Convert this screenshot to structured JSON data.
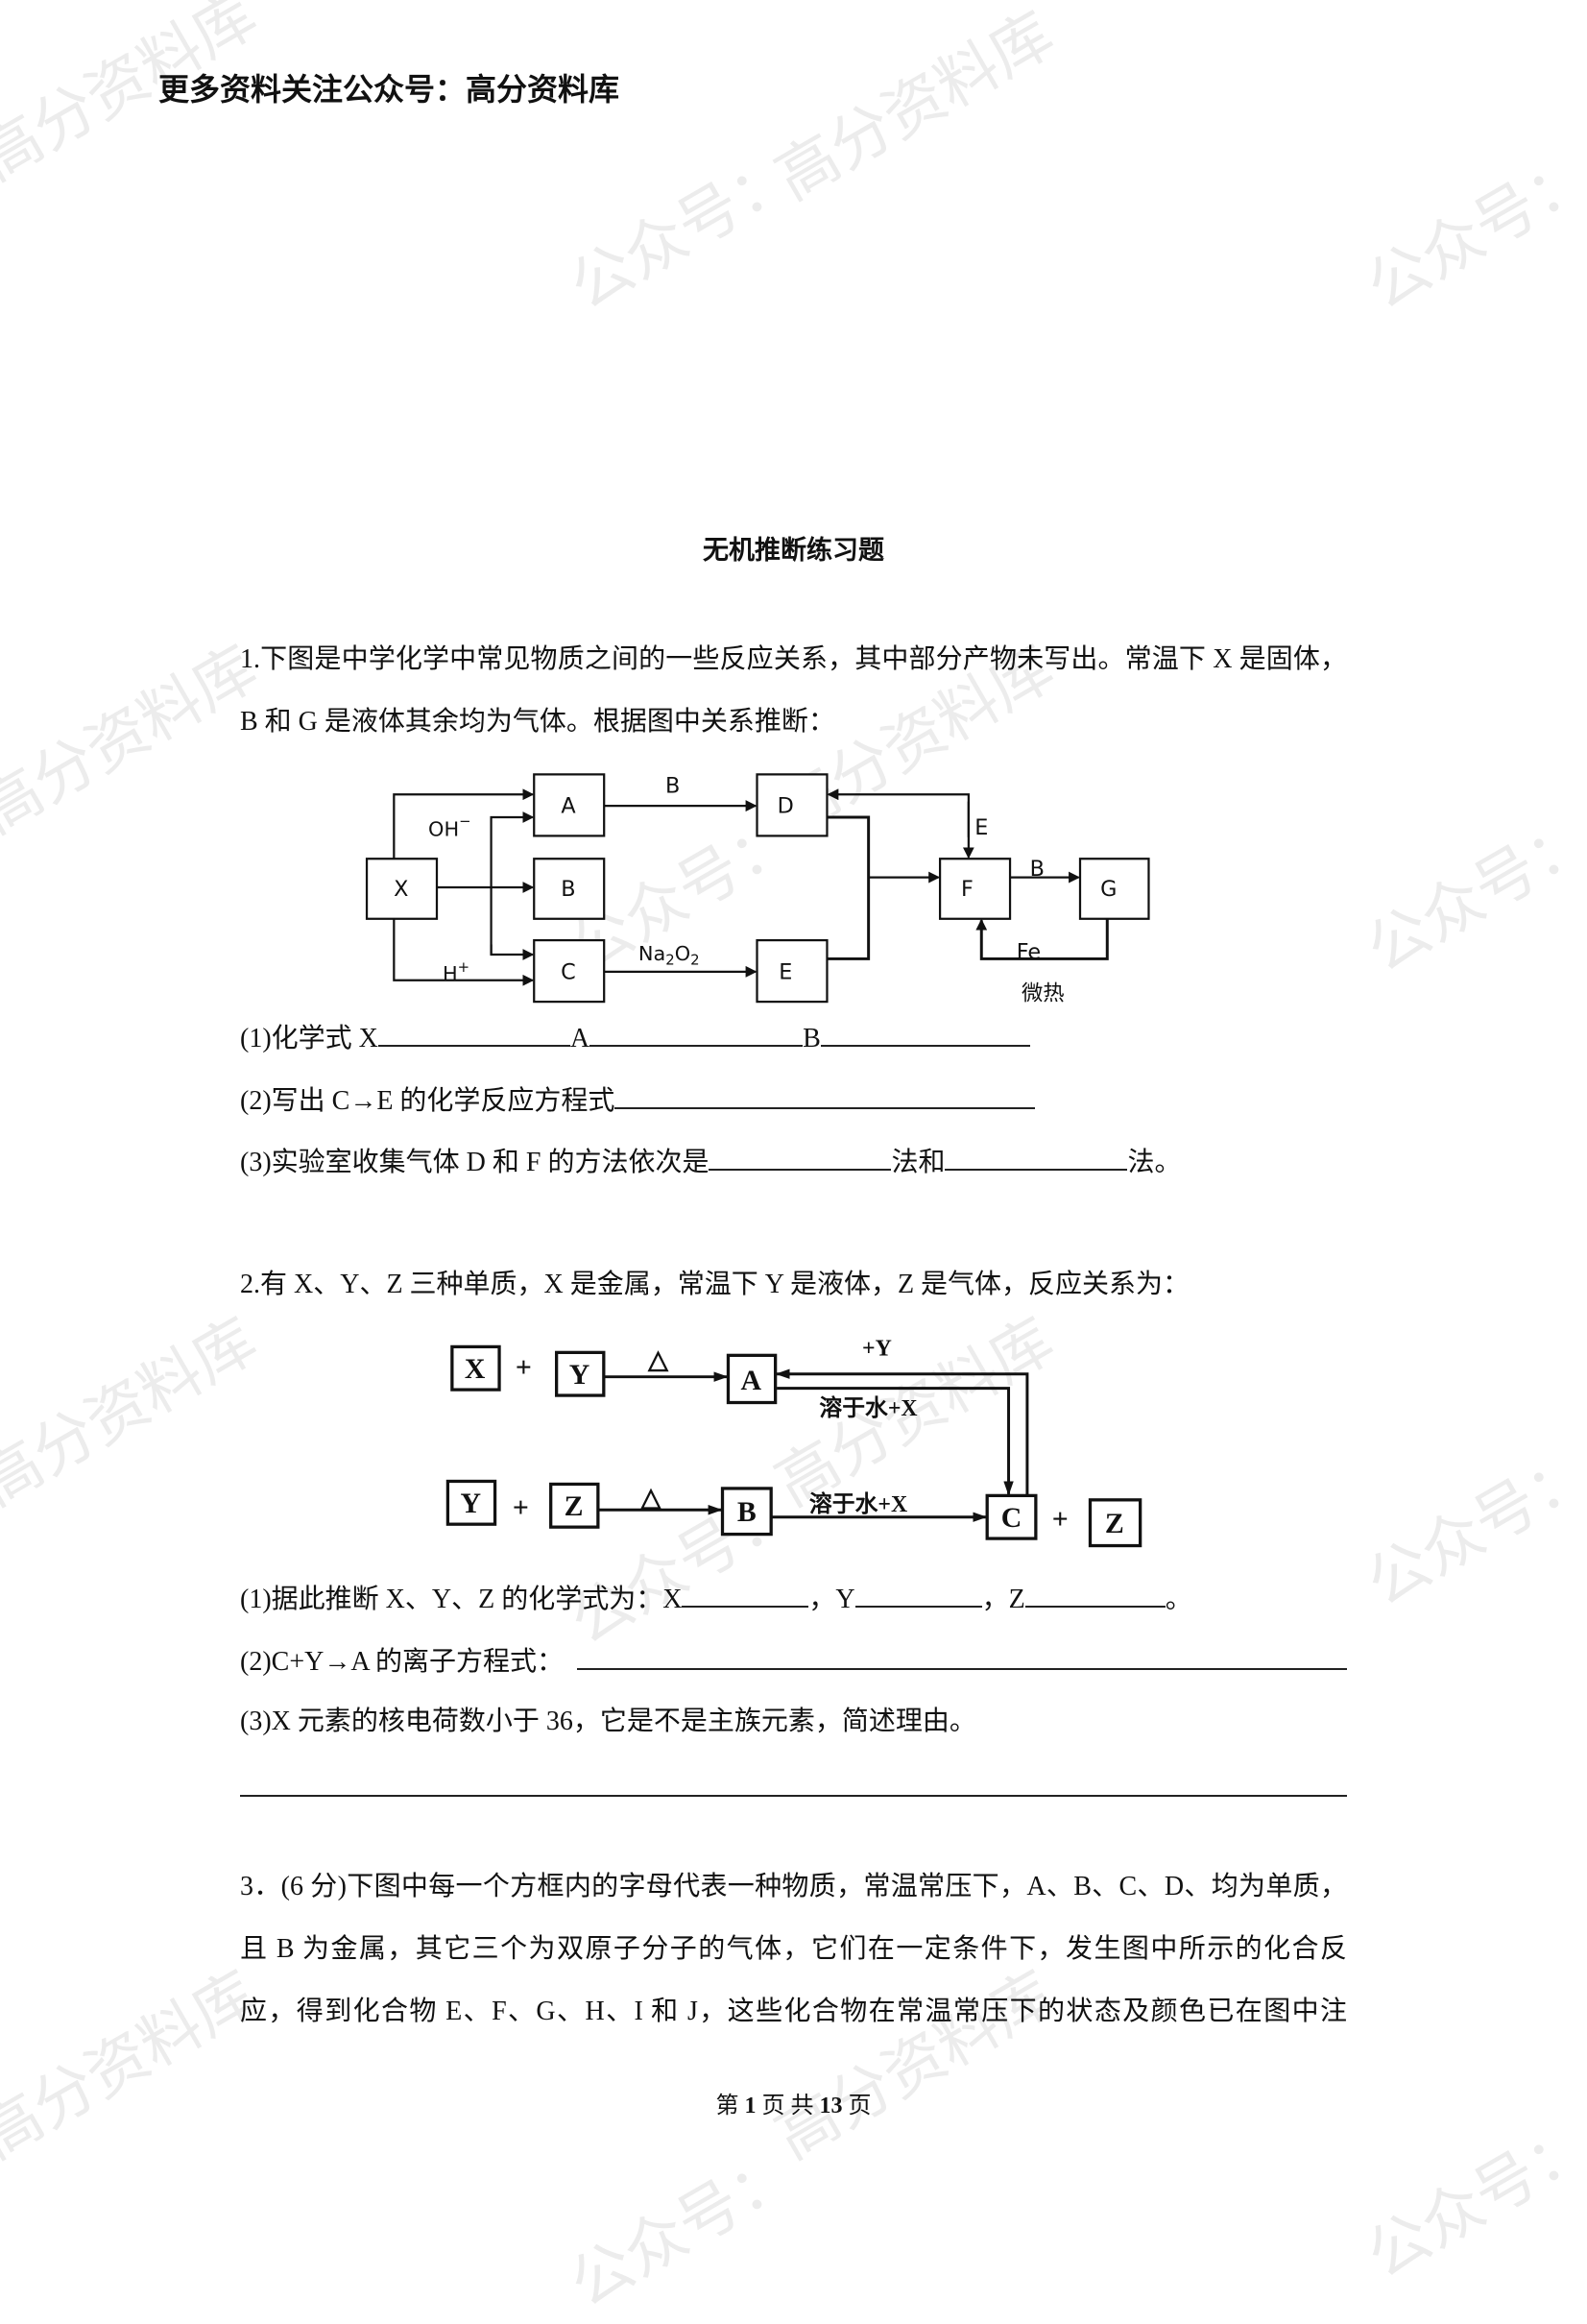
{
  "header": {
    "text": "更多资料关注公众号：高分资料库"
  },
  "watermark": {
    "texts": [
      "高分资料库",
      "公众号："
    ]
  },
  "title": "无机推断练习题",
  "q1": {
    "line1": "1.下图是中学化学中常见物质之间的一些反应关系，其中部分产物未写出。常温下 X 是固体，",
    "line2": "B 和 G 是液体其余均为气体。根据图中关系推断：",
    "diagram": {
      "boxes": [
        "X",
        "A",
        "B",
        "C",
        "D",
        "E",
        "F",
        "G"
      ],
      "labels": {
        "oh": "OH",
        "oh_sup": "−",
        "h": "H",
        "h_sup": "+",
        "ad": "B",
        "ce_a": "Na",
        "ce_sub1": "2",
        "ce_b": "O",
        "ce_sub2": "2",
        "ef": "E",
        "fg": "B",
        "gf": "Fe",
        "heat": "微热"
      }
    },
    "sub1": {
      "a": "(1)化学式 X",
      "b": "A",
      "c": "B"
    },
    "sub2": "(2)写出 C→E 的化学反应方程式",
    "sub3": {
      "a": "(3)实验室收集气体 D 和 F 的方法依次是",
      "b": "法和",
      "c": "法。"
    }
  },
  "q2": {
    "line1": "2.有 X、Y、Z 三种单质，X 是金属，常温下 Y 是液体，Z 是气体，反应关系为：",
    "diagram": {
      "boxes": [
        "X",
        "Y",
        "A",
        "Y",
        "Z",
        "B",
        "C",
        "Z"
      ],
      "plus": "+",
      "delta": "△",
      "plus_y": "+Y",
      "dissolve_x": "溶于水+X"
    },
    "sub1": {
      "a": "(1)据此推断 X、Y、Z 的化学式为：X",
      "b": "，Y",
      "c": "，Z",
      "d": "。"
    },
    "sub2": "(2)C+Y→A 的离子方程式：",
    "sub3": "(3)X 元素的核电荷数小于 36，它是不是主族元素，简述理由。"
  },
  "q3": {
    "line1": "3．(6 分)下图中每一个方框内的字母代表一种物质，常温常压下，A、B、C、D、均为单质，",
    "line2": "且 B 为金属，其它三个为双原子分子的气体，它们在一定条件下，发生图中所示的化合反",
    "line3": "应，得到化合物 E、F、G、H、I 和 J，这些化合物在常温常压下的状态及颜色已在图中注"
  },
  "footer": {
    "a": "第",
    "page": "1",
    "b": "页 共",
    "total": "13",
    "c": "页"
  }
}
